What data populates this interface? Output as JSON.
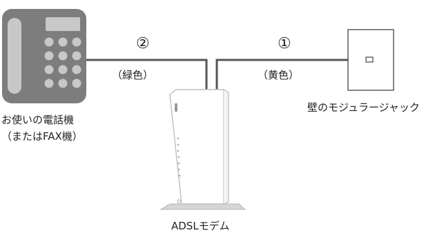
{
  "labels": {
    "cable_2_number": "②",
    "cable_2_color": "（緑色）",
    "cable_1_number": "①",
    "cable_1_color": "（黄色）",
    "phone_line_1": "お使いの電話機",
    "phone_line_2": "（またはFAX機）",
    "wall_jack": "壁のモジュラージャック",
    "modem": "ADSLモデム"
  },
  "colors": {
    "phone_body": "#7d7d7d",
    "phone_keys": "#c8c8c8",
    "cable": "#555555",
    "modem_outline": "#bdbdbd",
    "modem_base": "#d5d5d5"
  }
}
